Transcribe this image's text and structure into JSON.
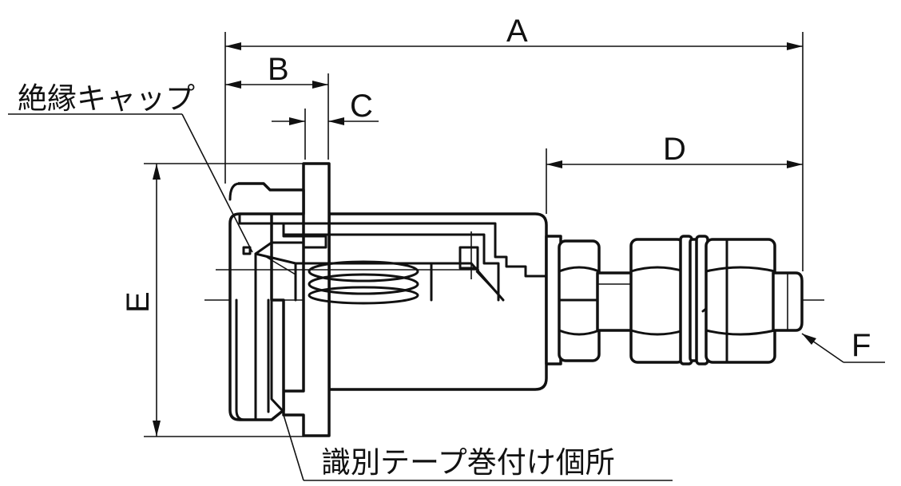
{
  "dimensions": {
    "A": "A",
    "B": "B",
    "C": "C",
    "D": "D",
    "E": "E",
    "F": "F"
  },
  "labels": {
    "insulation_cap": "絶縁キャップ",
    "tape_location": "識別テープ巻付け個所"
  }
}
